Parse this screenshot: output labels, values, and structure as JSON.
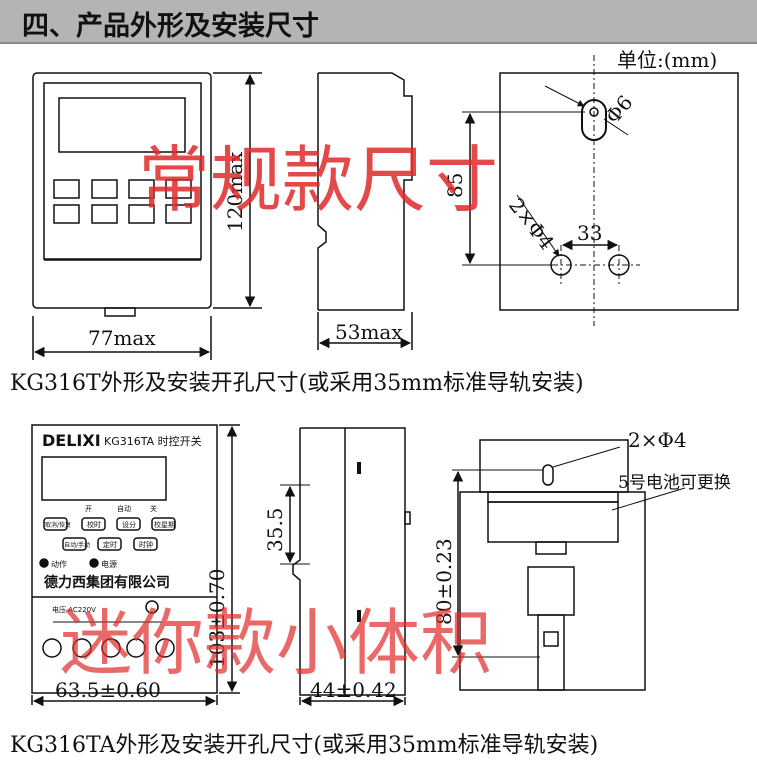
{
  "header": {
    "title": "四、产品外形及安装尺寸"
  },
  "unit_label": "单位:(mm)",
  "top": {
    "dim_width": "77max",
    "dim_height": "120max",
    "dim_depth": "53max",
    "dim_hole_spacing_v": "85",
    "dim_hole_spacing_h": "33",
    "dim_hole_top": "Φ6",
    "dim_holes": "2×Φ4",
    "watermark": "常规款尺寸",
    "caption": "KG316T外形及安装开孔尺寸(或采用35mm标准导轨安装)"
  },
  "bottom": {
    "brand": "DELIXI",
    "model": "KG316TA 时控开关",
    "lcd_labels": [
      "开",
      "自动",
      "关"
    ],
    "buttons": [
      "取消/恢复",
      "校时",
      "设分",
      "校星期",
      "自动/手动",
      "定时",
      "时钟"
    ],
    "indicators": [
      "动作",
      "电源"
    ],
    "company": "德力西集团有限公司",
    "voltage": "电压 AC220V",
    "dim_width": "63.5±0.60",
    "dim_height": "103±0.70",
    "dim_rail": "35.5",
    "dim_depth": "44±0.42",
    "dim_hole_spacing": "80±0.23",
    "note_holes": "2×Φ4",
    "note_battery": "5号电池可更换",
    "watermark": "迷你款小体积",
    "caption": "KG316TA外形及安装开孔尺寸(或采用35mm标准导轨安装)"
  }
}
